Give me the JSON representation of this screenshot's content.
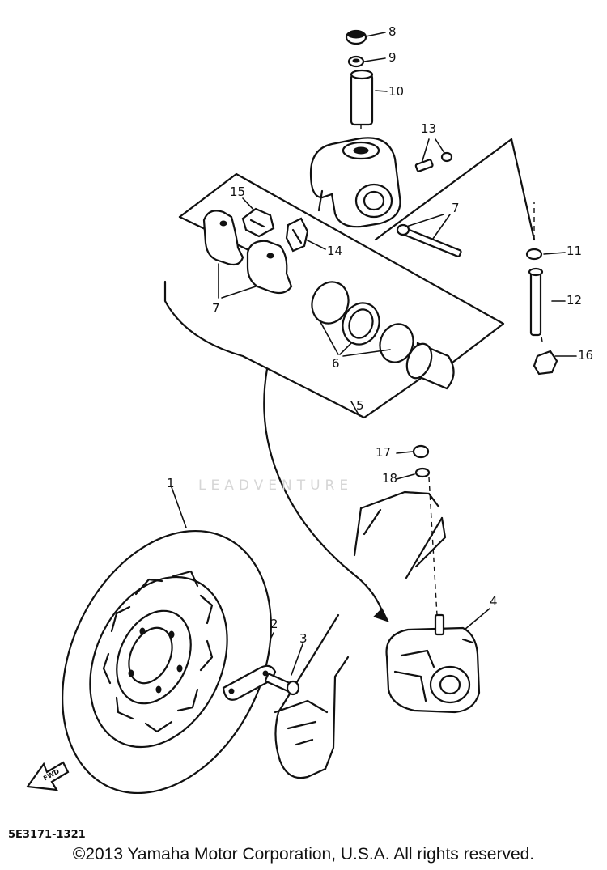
{
  "diagram": {
    "callouts": [
      "8",
      "9",
      "10",
      "13",
      "7",
      "15",
      "14",
      "11",
      "12",
      "7",
      "6",
      "16",
      "5",
      "17",
      "18",
      "1",
      "4",
      "2",
      "3"
    ],
    "direction_label": "FWD",
    "part_code": "5E3171-1321",
    "watermark": "LEADVENTURE",
    "copyright": "©2013 Yamaha Motor Corporation, U.S.A. All rights reserved."
  }
}
